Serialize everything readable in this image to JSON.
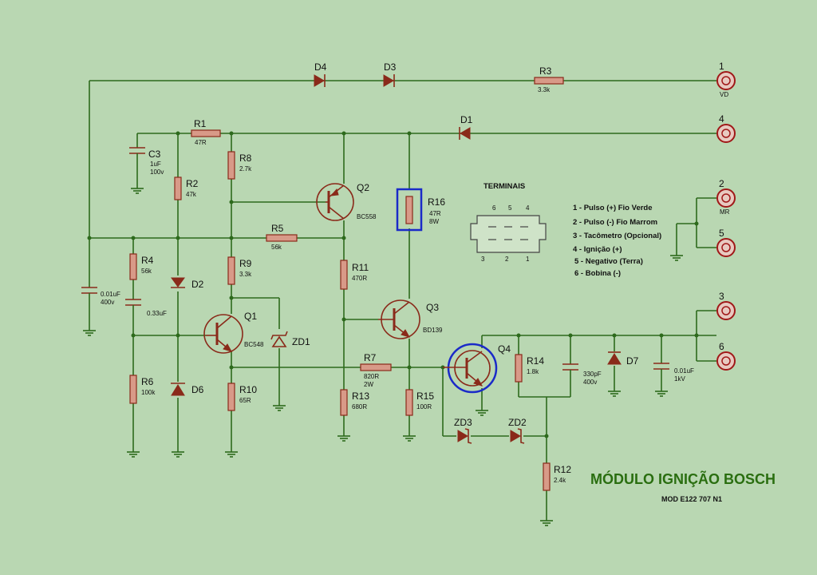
{
  "title": "MÓDULO IGNIÇÃO BOSCH",
  "model": "MOD E122 707 N1",
  "connector": {
    "title": "TERMINAIS",
    "top_pins": [
      "6",
      "5",
      "4"
    ],
    "bottom_pins": [
      "3",
      "2",
      "1"
    ]
  },
  "legend": [
    "1 - Pulso (+)  Fio Verde",
    "2 - Pulso (-)  Fio Marrom",
    "3 - Tacômetro (Opcional)",
    "4 - Ignição (+)",
    "5 - Negativo (Terra)",
    "6 - Bobina (-)"
  ],
  "terminals": [
    {
      "num": "1",
      "sub": "VD"
    },
    {
      "num": "4",
      "sub": ""
    },
    {
      "num": "2",
      "sub": "MR"
    },
    {
      "num": "5",
      "sub": ""
    },
    {
      "num": "3",
      "sub": ""
    },
    {
      "num": "6",
      "sub": ""
    }
  ],
  "components": {
    "D4": {
      "name": "D4"
    },
    "D3": {
      "name": "D3"
    },
    "R3": {
      "name": "R3",
      "value": "3.3k"
    },
    "D1": {
      "name": "D1"
    },
    "R1": {
      "name": "R1",
      "value": "47R"
    },
    "C3": {
      "name": "C3",
      "value": "1uF",
      "value2": "100v"
    },
    "R8": {
      "name": "R8",
      "value": "2.7k"
    },
    "R2": {
      "name": "R2",
      "value": "47k"
    },
    "Q2": {
      "name": "Q2",
      "value": "BC558"
    },
    "R16": {
      "name": "R16",
      "value": "47R",
      "value2": "8W"
    },
    "R5": {
      "name": "R5",
      "value": "56k"
    },
    "R4": {
      "name": "R4",
      "value": "56k"
    },
    "C1": {
      "value": "0.01uF",
      "value2": "400v"
    },
    "D2": {
      "name": "D2"
    },
    "R9": {
      "name": "R9",
      "value": "3.3k"
    },
    "R11": {
      "name": "R11",
      "value": "470R"
    },
    "Q3": {
      "name": "Q3",
      "value": "BD139"
    },
    "C2": {
      "value": "0.33uF"
    },
    "Q1": {
      "name": "Q1",
      "value": "BC548"
    },
    "ZD1": {
      "name": "ZD1"
    },
    "R7": {
      "name": "R7",
      "value": "820R",
      "value2": "2W"
    },
    "Q4": {
      "name": "Q4"
    },
    "R14": {
      "name": "R14",
      "value": "1.8k"
    },
    "C4": {
      "value": "330pF",
      "value2": "400v"
    },
    "D7": {
      "name": "D7"
    },
    "C5": {
      "value": "0.01uF",
      "value2": "1kV"
    },
    "R6": {
      "name": "R6",
      "value": "100k"
    },
    "D6": {
      "name": "D6"
    },
    "R10": {
      "name": "R10",
      "value": "65R"
    },
    "R13": {
      "name": "R13",
      "value": "680R"
    },
    "R15": {
      "name": "R15",
      "value": "100R"
    },
    "ZD3": {
      "name": "ZD3"
    },
    "ZD2": {
      "name": "ZD2"
    },
    "R12": {
      "name": "R12",
      "value": "2.4k"
    }
  },
  "colors": {
    "background": "#b9d7b2",
    "wire": "#2d6a1c",
    "component": "#8a2a1a",
    "highlight": "#1a2ac8",
    "title": "#2a6e10"
  }
}
